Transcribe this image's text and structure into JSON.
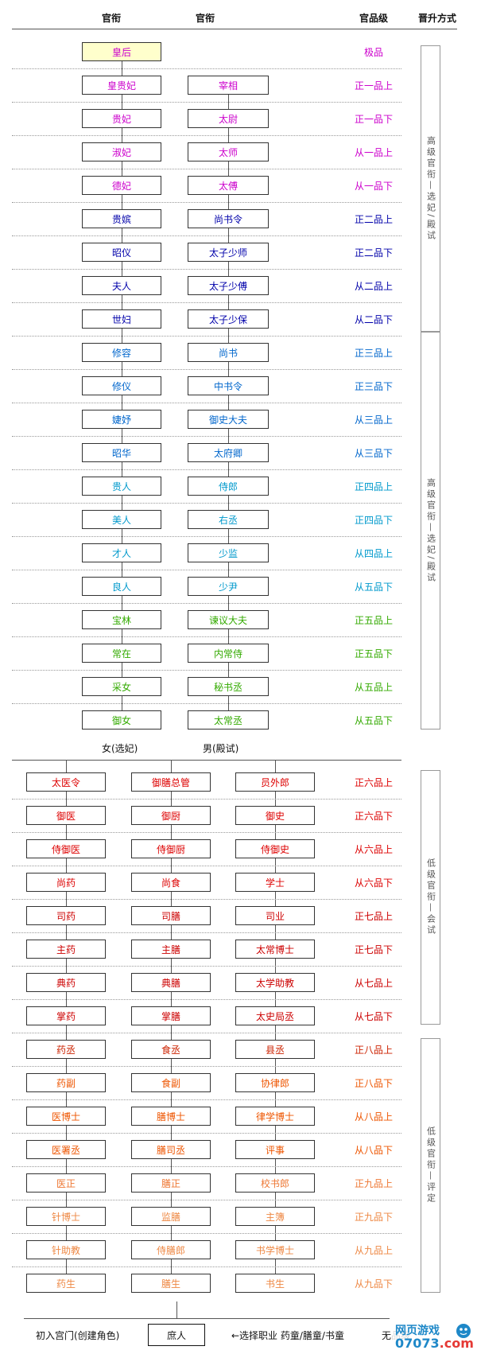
{
  "headers": {
    "col1": "官衔",
    "col2": "官衔",
    "grade": "官品级",
    "method": "晋升方式"
  },
  "upper_rows": [
    {
      "female": "皇后",
      "male": "",
      "grade": "极品",
      "color": "#cc00cc",
      "highlight": true
    },
    {
      "female": "皇贵妃",
      "male": "宰相",
      "grade": "正一品上",
      "color": "#cc00cc"
    },
    {
      "female": "贵妃",
      "male": "太尉",
      "grade": "正一品下",
      "color": "#cc00cc"
    },
    {
      "female": "淑妃",
      "male": "太师",
      "grade": "从一品上",
      "color": "#cc00cc"
    },
    {
      "female": "德妃",
      "male": "太傅",
      "grade": "从一品下",
      "color": "#cc00cc"
    },
    {
      "female": "贵嫔",
      "male": "尚书令",
      "grade": "正二品上",
      "color": "#0000aa"
    },
    {
      "female": "昭仪",
      "male": "太子少师",
      "grade": "正二品下",
      "color": "#0000aa"
    },
    {
      "female": "夫人",
      "male": "太子少傅",
      "grade": "从二品上",
      "color": "#0000aa"
    },
    {
      "female": "世妇",
      "male": "太子少保",
      "grade": "从二品下",
      "color": "#0000aa"
    },
    {
      "female": "修容",
      "male": "尚书",
      "grade": "正三品上",
      "color": "#0066cc"
    },
    {
      "female": "修仪",
      "male": "中书令",
      "grade": "正三品下",
      "color": "#0066cc"
    },
    {
      "female": "婕妤",
      "male": "御史大夫",
      "grade": "从三品上",
      "color": "#0066cc"
    },
    {
      "female": "昭华",
      "male": "太府卿",
      "grade": "从三品下",
      "color": "#0066cc"
    },
    {
      "female": "贵人",
      "male": "侍郎",
      "grade": "正四品上",
      "color": "#0099cc"
    },
    {
      "female": "美人",
      "male": "右丞",
      "grade": "正四品下",
      "color": "#0099cc"
    },
    {
      "female": "才人",
      "male": "少监",
      "grade": "从四品上",
      "color": "#0099cc"
    },
    {
      "female": "良人",
      "male": "少尹",
      "grade": "从五品下",
      "color": "#0099cc"
    },
    {
      "female": "宝林",
      "male": "谏议大夫",
      "grade": "正五品上",
      "color": "#33aa00"
    },
    {
      "female": "常在",
      "male": "内常侍",
      "grade": "正五品下",
      "color": "#33aa00"
    },
    {
      "female": "采女",
      "male": "秘书丞",
      "grade": "从五品上",
      "color": "#33aa00"
    },
    {
      "female": "御女",
      "male": "太常丞",
      "grade": "从五品下",
      "color": "#33aa00"
    }
  ],
  "upper_labels": {
    "female": "女(选妃)",
    "male": "男(殿试)"
  },
  "lower_rows": [
    {
      "c1": "太医令",
      "c2": "御膳总管",
      "c3": "员外郎",
      "grade": "正六品上",
      "color": "#dd0000"
    },
    {
      "c1": "御医",
      "c2": "御厨",
      "c3": "御史",
      "grade": "正六品下",
      "color": "#dd0000"
    },
    {
      "c1": "侍御医",
      "c2": "侍御厨",
      "c3": "侍御史",
      "grade": "从六品上",
      "color": "#dd0000"
    },
    {
      "c1": "尚药",
      "c2": "尚食",
      "c3": "学士",
      "grade": "从六品下",
      "color": "#dd0000"
    },
    {
      "c1": "司药",
      "c2": "司膳",
      "c3": "司业",
      "grade": "正七品上",
      "color": "#cc0000"
    },
    {
      "c1": "主药",
      "c2": "主膳",
      "c3": "太常博士",
      "grade": "正七品下",
      "color": "#cc0000"
    },
    {
      "c1": "典药",
      "c2": "典膳",
      "c3": "太学助教",
      "grade": "从七品上",
      "color": "#cc0000"
    },
    {
      "c1": "掌药",
      "c2": "掌膳",
      "c3": "太史局丞",
      "grade": "从七品下",
      "color": "#cc0000"
    },
    {
      "c1": "药丞",
      "c2": "食丞",
      "c3": "县丞",
      "grade": "正八品上",
      "color": "#cc2200"
    },
    {
      "c1": "药副",
      "c2": "食副",
      "c3": "协律郎",
      "grade": "正八品下",
      "color": "#ee5500"
    },
    {
      "c1": "医博士",
      "c2": "膳博士",
      "c3": "律学博士",
      "grade": "从八品上",
      "color": "#ee5500"
    },
    {
      "c1": "医署丞",
      "c2": "膳司丞",
      "c3": "评事",
      "grade": "从八品下",
      "color": "#ee5500"
    },
    {
      "c1": "医正",
      "c2": "膳正",
      "c3": "校书郎",
      "grade": "正九品上",
      "color": "#ee7733"
    },
    {
      "c1": "针博士",
      "c2": "监膳",
      "c3": "主簿",
      "grade": "正九品下",
      "color": "#ee8844"
    },
    {
      "c1": "针助教",
      "c2": "侍膳郎",
      "c3": "书学博士",
      "grade": "从九品上",
      "color": "#ee8844"
    },
    {
      "c1": "药生",
      "c2": "膳生",
      "c3": "书生",
      "grade": "从九品下",
      "color": "#ee8844"
    }
  ],
  "side_labels": [
    "高级官衔—选妃/殿试",
    "高级官衔—选妃/殿试",
    "低级官衔—会试",
    "低级官衔—评定"
  ],
  "footer": {
    "left_label": "初入宫门(创建角色)",
    "commoner": "庶人",
    "arrow_label": "←选择职业 药童/膳童/书童",
    "right_label": "无品级"
  },
  "logo": {
    "line1": "网页游戏",
    "line2": "07073.com"
  }
}
